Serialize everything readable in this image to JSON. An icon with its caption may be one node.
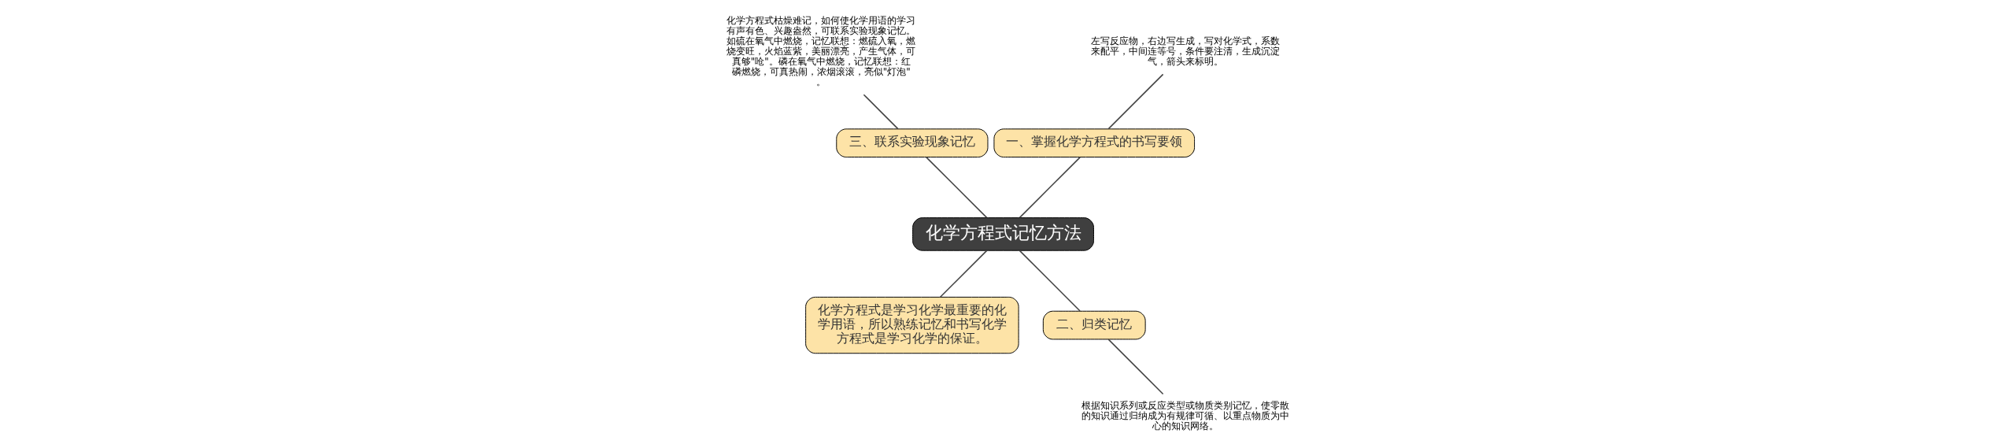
{
  "diagram": {
    "nodes": [
      {
        "text": [
          "化学方程式记忆方法"
        ]
      },
      {
        "text": [
          "一、掌握化学方程式的书写要领"
        ]
      },
      {
        "text": [
          "左写反应物，右边写生成，写对化学式，系数来配平，中间连等号，条件要注清，生成沉淀气，箭头来标明。"
        ]
      },
      {
        "text": [
          "三、联系实验现象记忆"
        ]
      },
      {
        "text": [
          "化学方程式枯燥难记，如何使化学用语的学习有声有色、兴趣盎然，可联系实验现象记忆。如硫在氧气中燃烧，记忆联想：燃硫入氧，燃烧变旺，火焰蓝紫，美丽漂亮，产生气体，可真够\"呛\"。磷在氧气中燃烧，记忆联想：红磷燃烧，可真热闹，浓烟滚滚，亮似\"灯泡\"。"
        ]
      },
      {
        "text": [
          "化学方程式是学习化学最重要的化学用语，所以熟练记忆和书写化学方程式是学习化学的保证。"
        ]
      },
      {
        "text": [
          "二、归类记忆"
        ]
      },
      {
        "text": [
          "根据知识系列或反应类型或物质类别记忆，使零散的知识通过归纳成为有规律可循、以重点物质为中心的知识网络。"
        ]
      }
    ],
    "edges": [
      {
        "from": 0,
        "to": 1,
        "arrow": "none"
      },
      {
        "from": 1,
        "to": 2,
        "arrow": "none"
      },
      {
        "from": 0,
        "to": 3,
        "arrow": "none"
      },
      {
        "from": 3,
        "to": 4,
        "arrow": "none"
      },
      {
        "from": 0,
        "to": 5,
        "arrow": "none"
      },
      {
        "from": 0,
        "to": 6,
        "arrow": "none"
      },
      {
        "from": 6,
        "to": 7,
        "arrow": "none"
      }
    ]
  }
}
